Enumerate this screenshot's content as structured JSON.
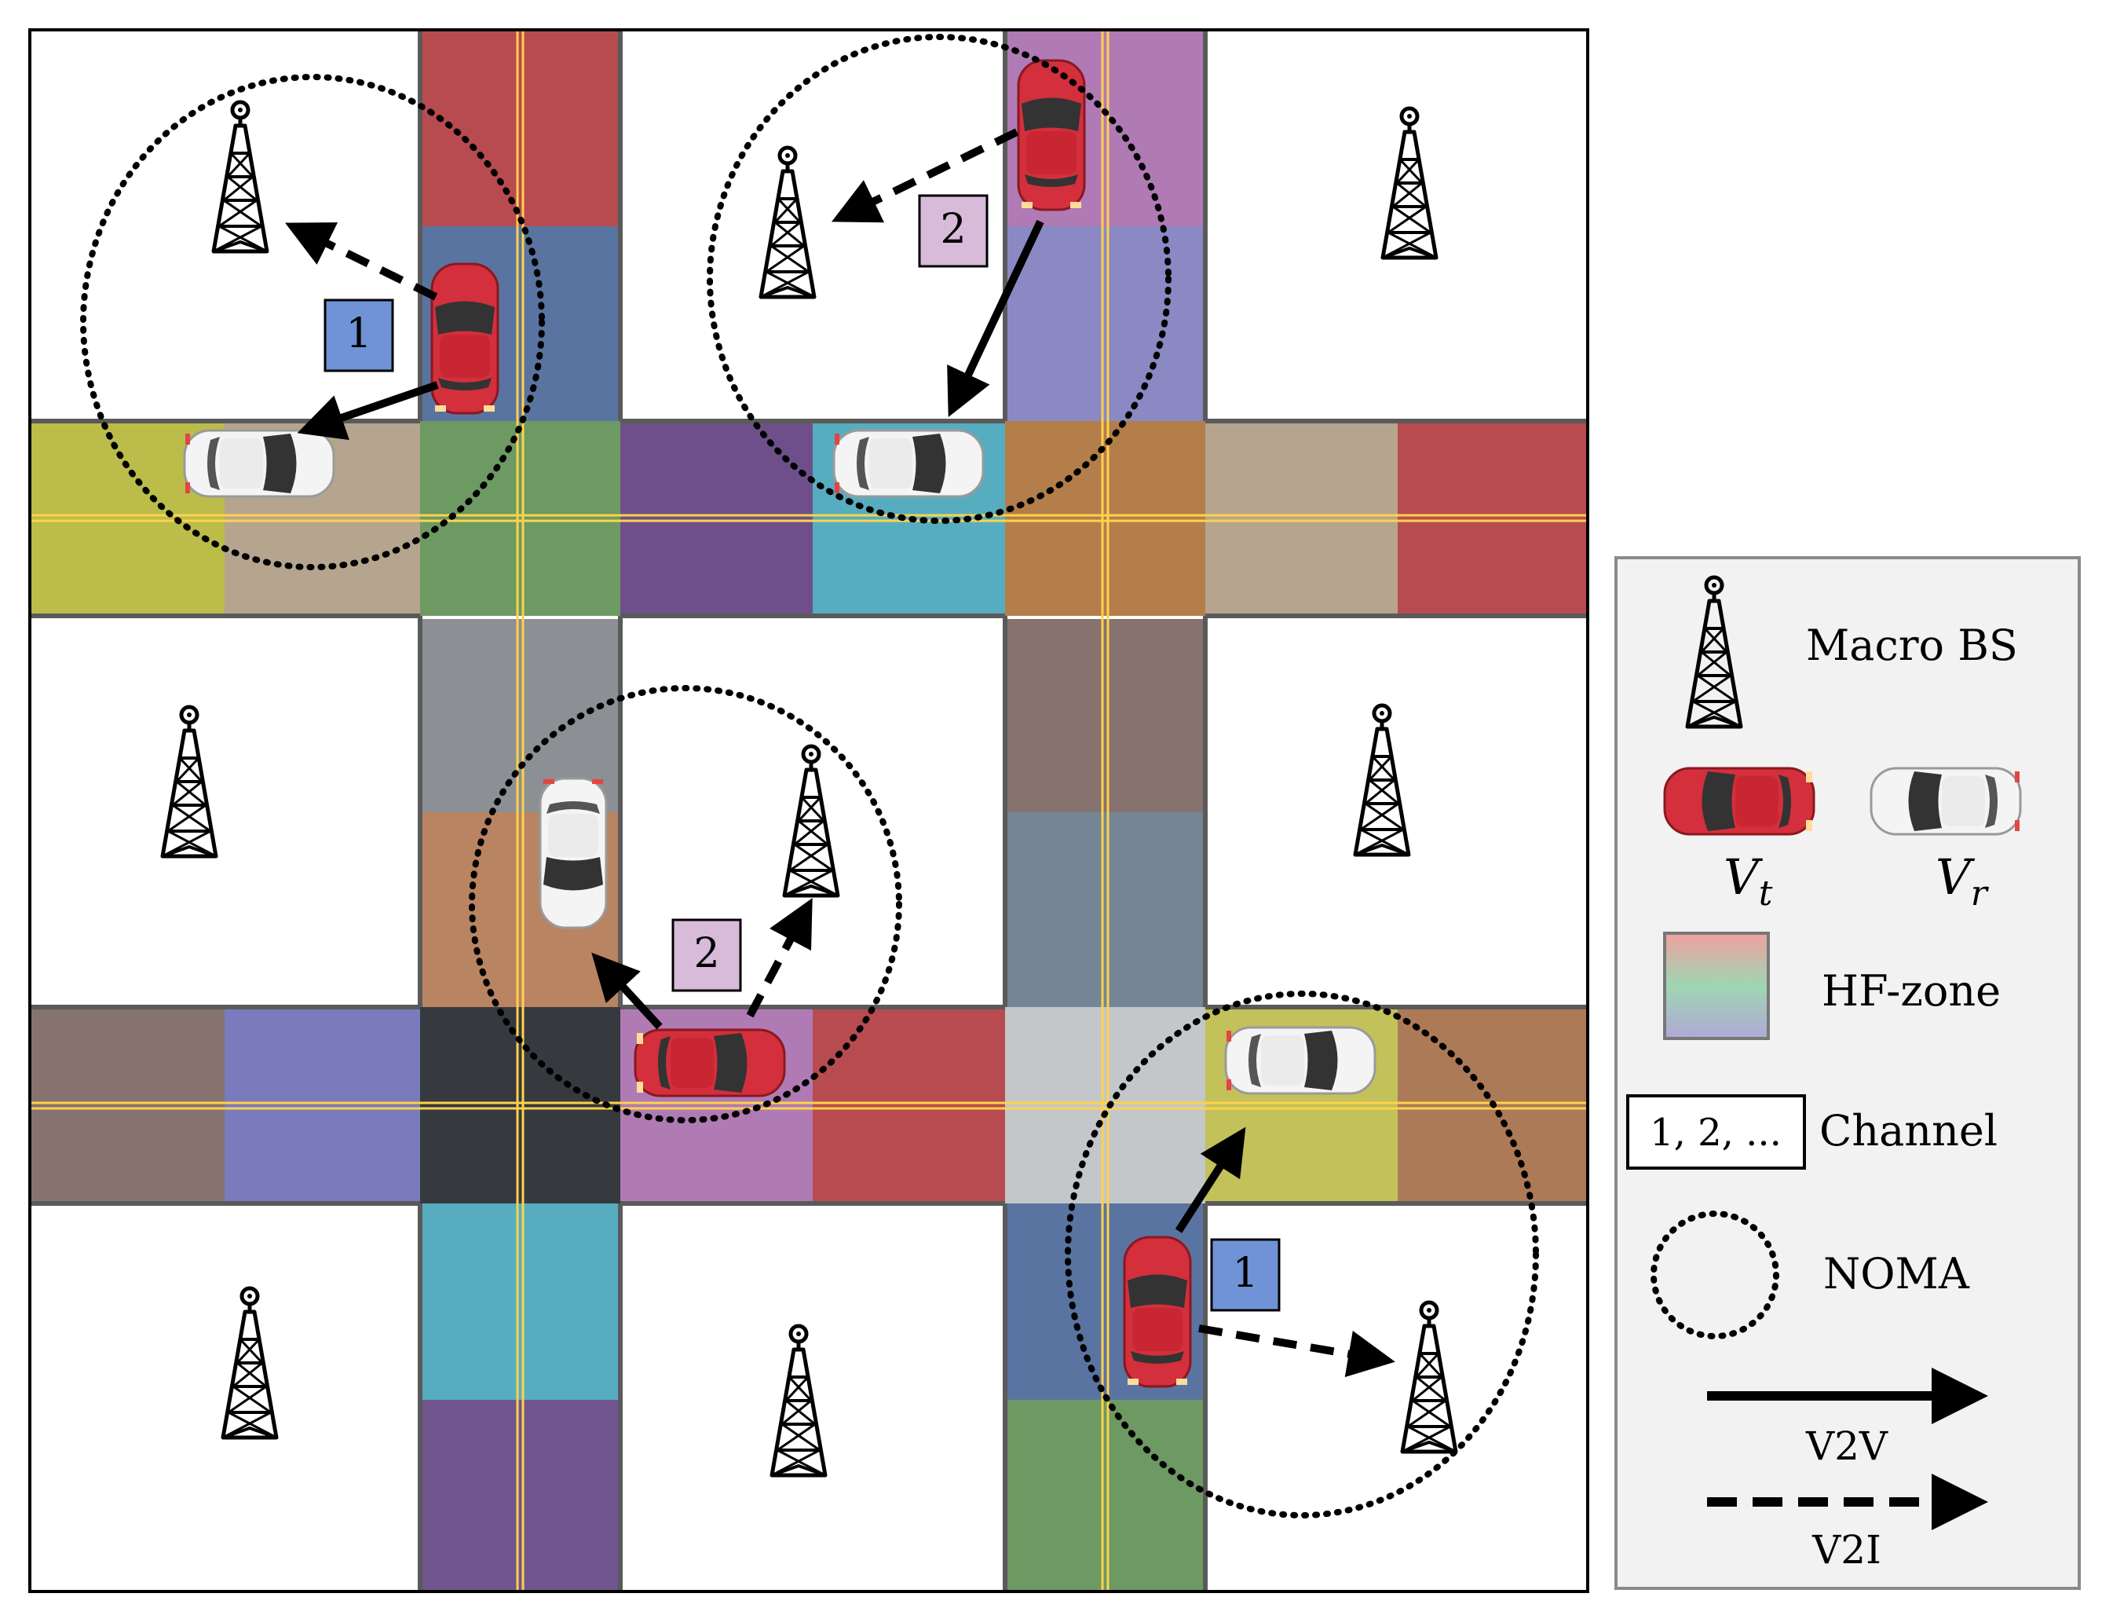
{
  "channel_badges": {
    "tl": {
      "label": "1",
      "color": "#6f93d6"
    },
    "tc": {
      "label": "2",
      "color": "#d7bbd9"
    },
    "mc": {
      "label": "2",
      "color": "#d7bbd9"
    },
    "br": {
      "label": "1",
      "color": "#6f93d6"
    }
  },
  "legend": {
    "macro_bs": "Macro BS",
    "vt_symbol": "V",
    "vt_sub": "t",
    "vr_symbol": "V",
    "vr_sub": "r",
    "hf_zone": "HF-zone",
    "channel_box": "1, 2, ...",
    "channel": "Channel",
    "noma": "NOMA",
    "v2v": "V2V",
    "v2i": "V2I"
  },
  "colors": {
    "tx_vehicle": "#d32f3c",
    "rx_vehicle": "#f2f2f2",
    "road_line": "#ffd24a",
    "legend_bg": "#f2f2f2"
  },
  "icons": [
    "macro-bs-tower-icon",
    "tx-car-icon",
    "rx-car-icon",
    "hf-zone-swatch-icon",
    "noma-circle-icon",
    "v2v-arrow-icon",
    "v2i-arrow-icon"
  ]
}
